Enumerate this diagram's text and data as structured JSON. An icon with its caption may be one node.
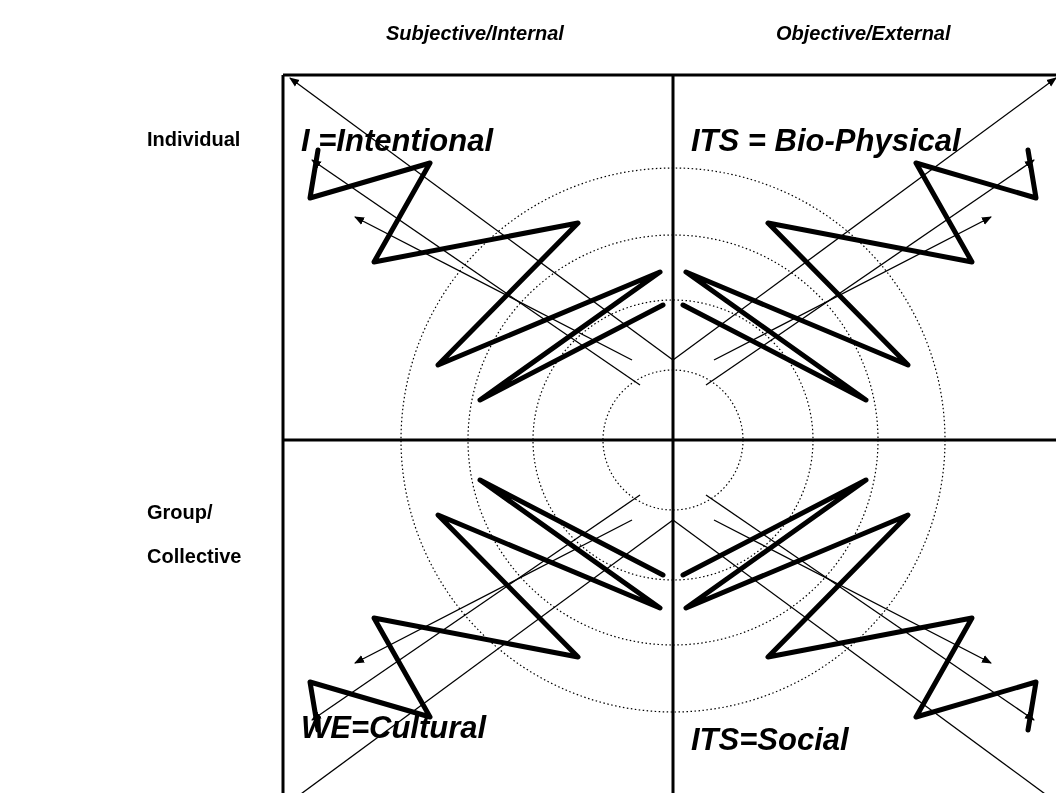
{
  "diagram": {
    "nodes": [
      {
        "text": [
          "I =Intentional"
        ]
      },
      {
        "text": [
          "ITS = Bio-Physical"
        ]
      },
      {
        "text": [
          "WE=Cultural"
        ]
      },
      {
        "text": [
          "ITS=Social"
        ]
      }
    ],
    "labels": [
      "Subjective/Internal",
      "Objective/External",
      "Individual",
      "Group/ Collective"
    ]
  }
}
